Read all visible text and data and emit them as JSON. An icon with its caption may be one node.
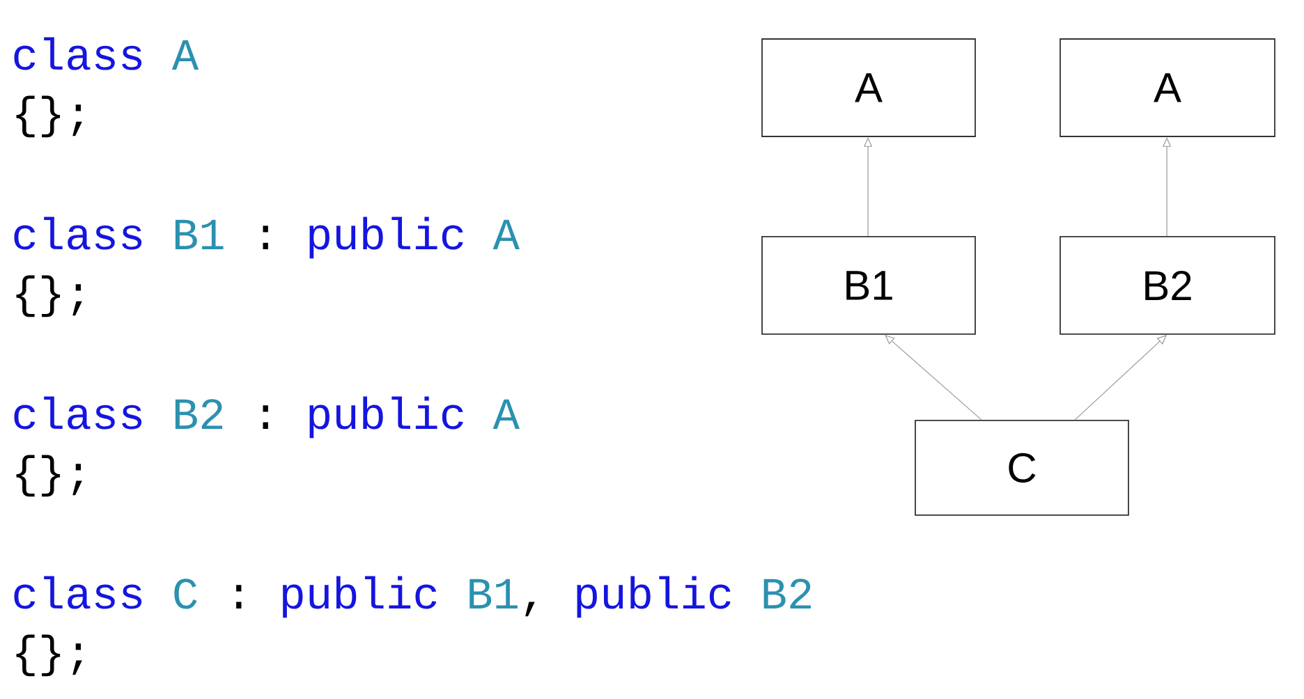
{
  "diagram": {
    "nodes": [
      {
        "text": [
          "A"
        ]
      },
      {
        "text": [
          "A"
        ]
      },
      {
        "text": [
          "B1"
        ]
      },
      {
        "text": [
          "B2"
        ]
      },
      {
        "text": [
          "C"
        ]
      }
    ],
    "edges": [
      {
        "from": 2,
        "to": 0,
        "arrow": "to"
      },
      {
        "from": 3,
        "to": 1,
        "arrow": "to"
      },
      {
        "from": 4,
        "to": 2,
        "arrow": "to"
      },
      {
        "from": 4,
        "to": 3,
        "arrow": "to"
      }
    ],
    "labels": [
      "class",
      "A",
      "{};",
      "class",
      "B1",
      ":",
      "public",
      "A",
      "{};",
      "class",
      "B2",
      ":",
      "public",
      "A",
      "{};",
      "class",
      "C",
      ":",
      "public",
      "B1",
      ",",
      "public",
      "B2",
      "{};"
    ]
  }
}
